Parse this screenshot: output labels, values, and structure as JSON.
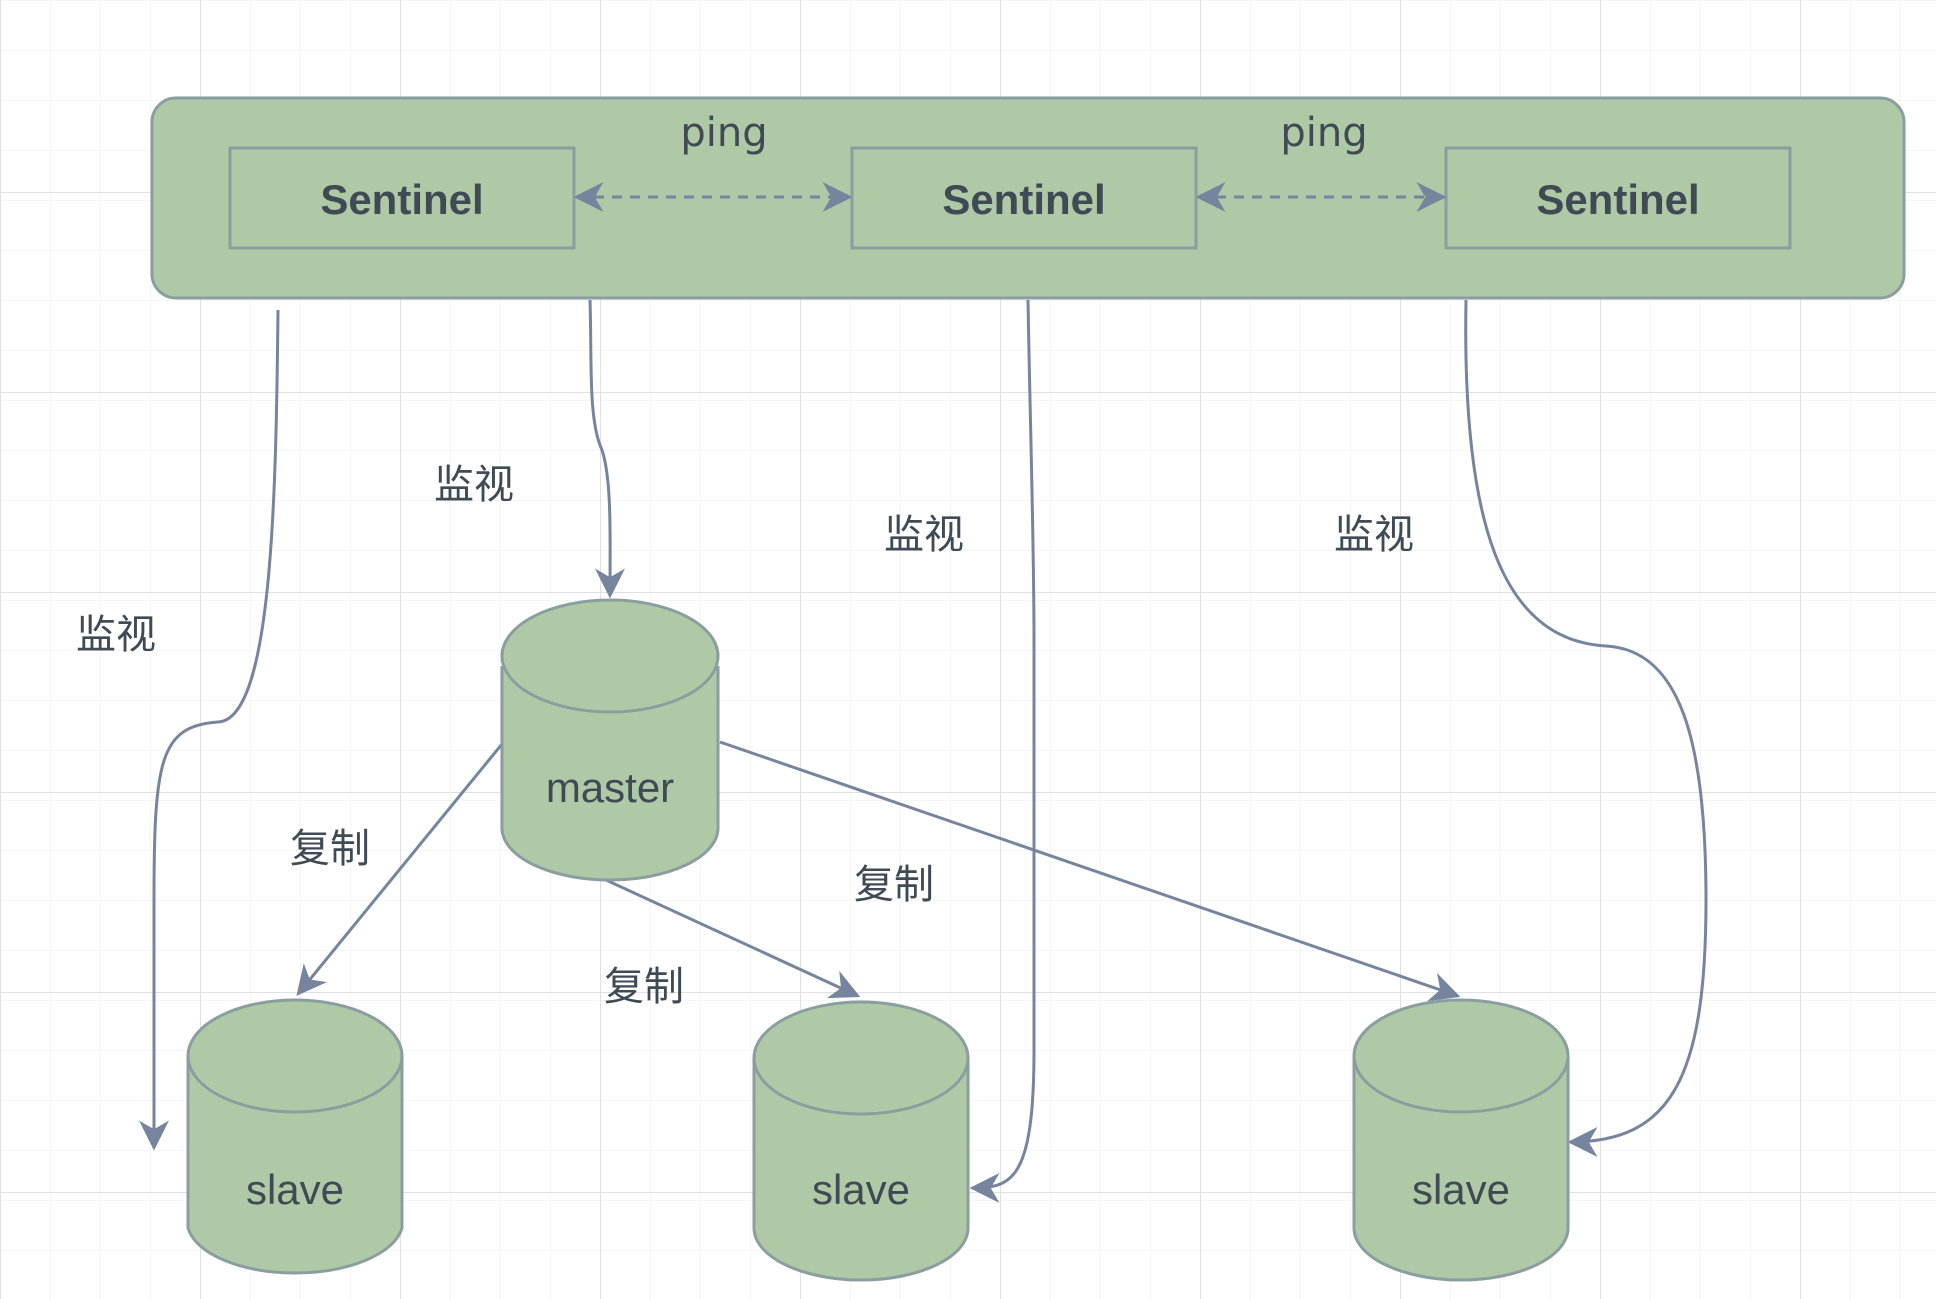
{
  "sentinels": [
    {
      "label": "Sentinel"
    },
    {
      "label": "Sentinel"
    },
    {
      "label": "Sentinel"
    }
  ],
  "ping_labels": [
    "ping",
    "ping"
  ],
  "master": {
    "label": "master"
  },
  "slaves": [
    {
      "label": "slave"
    },
    {
      "label": "slave"
    },
    {
      "label": "slave"
    }
  ],
  "monitor_labels": [
    "监视",
    "监视",
    "监视",
    "监视"
  ],
  "replicate_labels": [
    "复制",
    "复制",
    "复制"
  ],
  "colors": {
    "node_fill": "#afc9a6",
    "node_stroke": "#8a9ea0",
    "edge": "#76859d",
    "grid": "#e4e4e4",
    "text": "#3f4a55"
  }
}
